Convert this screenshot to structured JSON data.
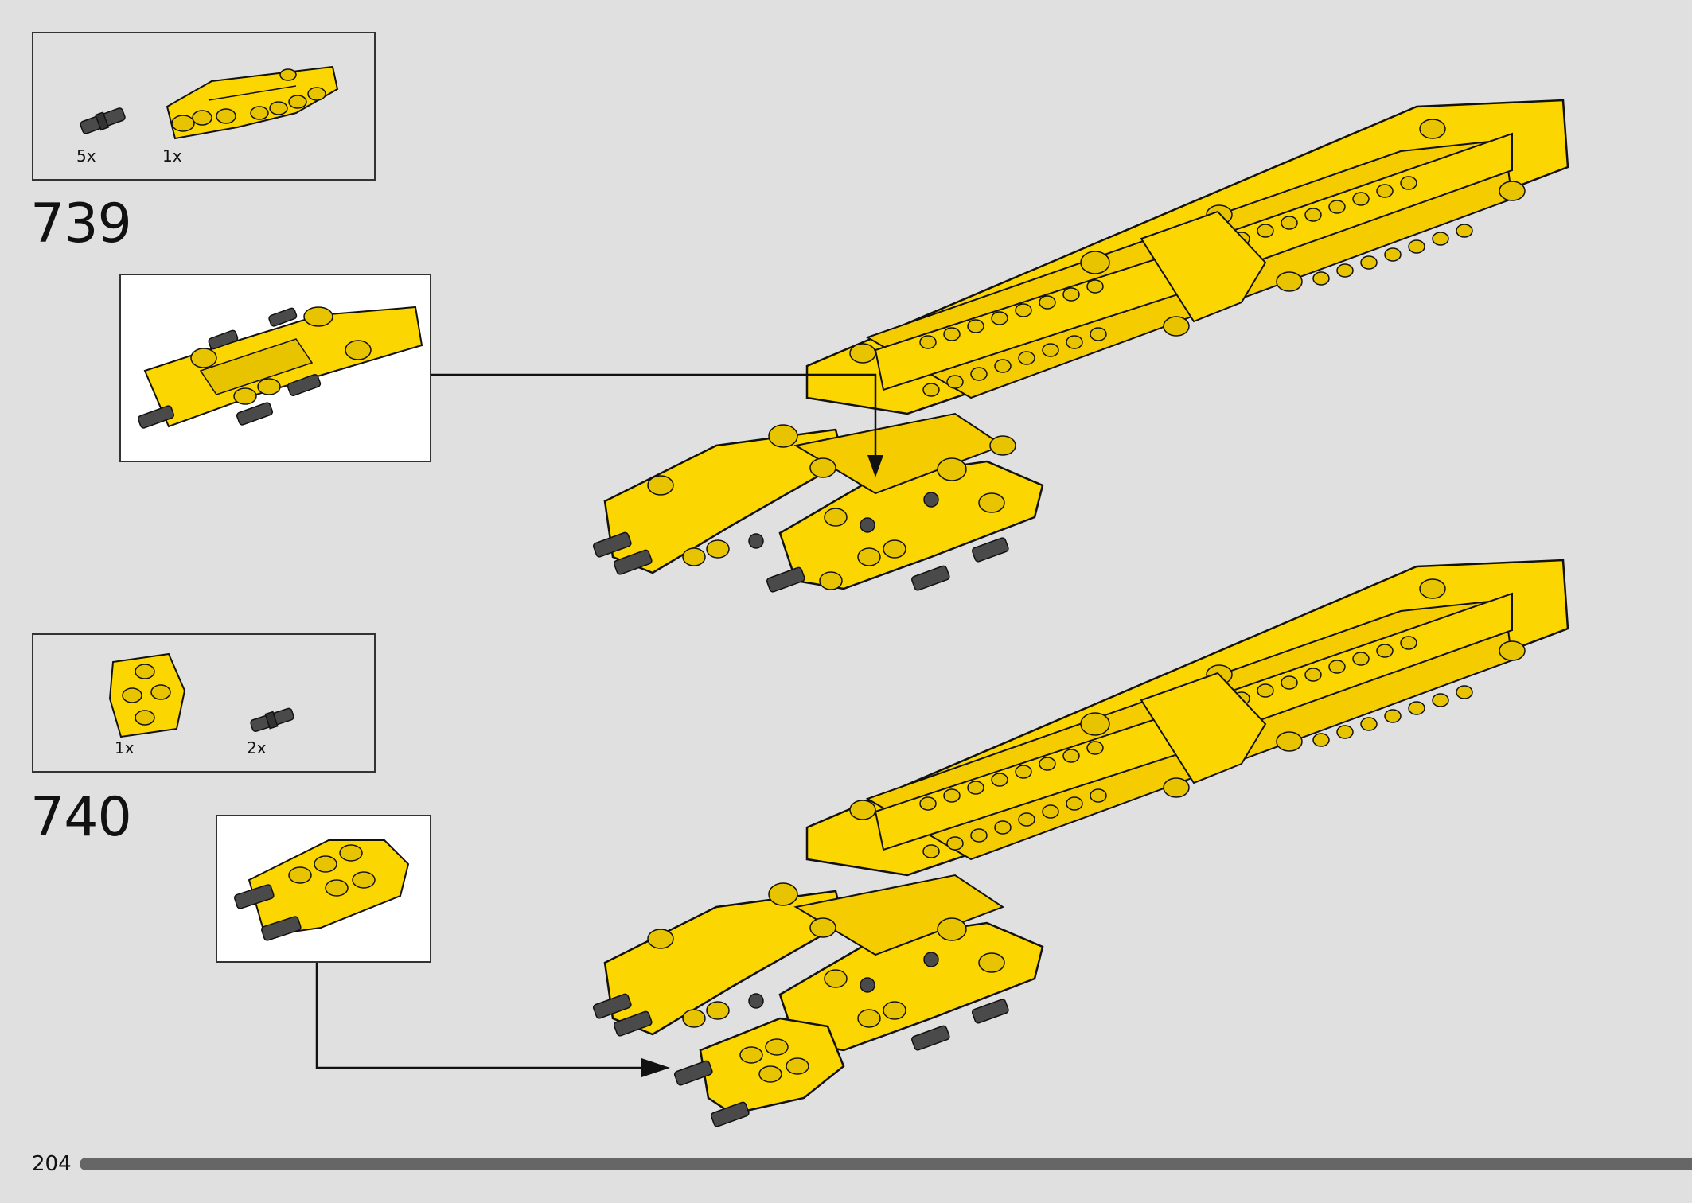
{
  "page": {
    "number": "204"
  },
  "steps": [
    {
      "number": "739",
      "parts": [
        {
          "name": "black-pin",
          "qty": "5x"
        },
        {
          "name": "yellow-panel",
          "qty": "1x"
        }
      ]
    },
    {
      "number": "740",
      "parts": [
        {
          "name": "yellow-cross-block",
          "qty": "1x"
        },
        {
          "name": "black-pin",
          "qty": "2x"
        }
      ]
    }
  ],
  "colors": {
    "background": "#e0e0e0",
    "part_yellow": "#fcd600",
    "outline": "#111111",
    "pin_gray": "#4a4a4a",
    "progress_bar": "#666666"
  }
}
